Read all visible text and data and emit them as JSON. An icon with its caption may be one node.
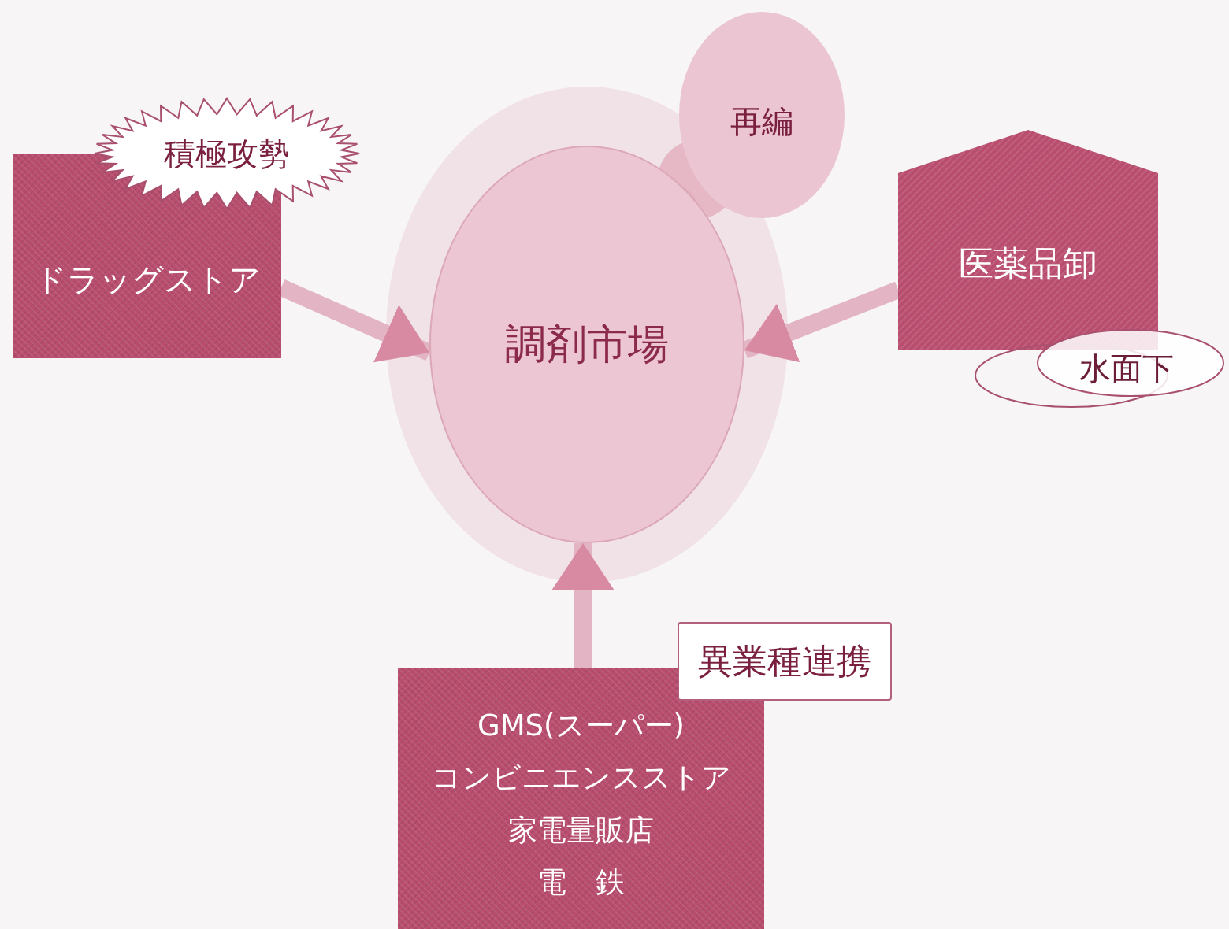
{
  "diagram": {
    "nodes": [
      {
        "text": [
          "ドラッグストア"
        ]
      },
      {
        "text": [
          "積極攻勢"
        ]
      },
      {
        "text": [
          "調剤市場"
        ]
      },
      {
        "text": [
          "再編"
        ]
      },
      {
        "text": [
          "医薬品卸"
        ]
      },
      {
        "text": [
          "水面下"
        ]
      },
      {
        "text": [
          "GMS(スーパー)",
          "コンビニエンスストア",
          "家電量販店",
          "電　鉄"
        ]
      },
      {
        "text": [
          "異業種連携"
        ]
      }
    ],
    "edges": [
      {
        "from": 0,
        "to": 2,
        "arrow": "to"
      },
      {
        "from": 4,
        "to": 2,
        "arrow": "to"
      },
      {
        "from": 6,
        "to": 2,
        "arrow": "to"
      }
    ]
  }
}
